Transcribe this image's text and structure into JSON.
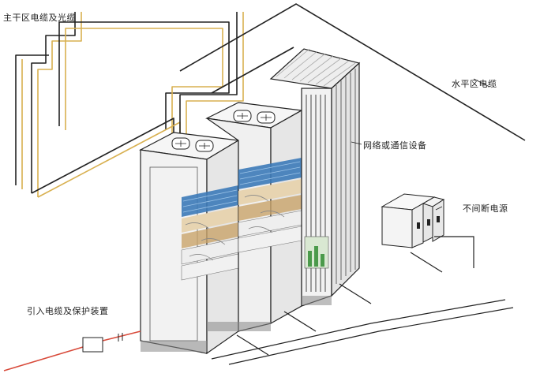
{
  "labels": {
    "backbone_cable": "主干区电缆及光缆",
    "horizontal_cable": "水平区电缆",
    "network_equipment": "网络或通信设备",
    "ups": "不间断电源",
    "incoming_cable": "引入电缆及保护装置"
  },
  "colors": {
    "line": "#222222",
    "cable_yellow": "#d8b050",
    "cable_red": "#d84a3a",
    "patch_blue": "#3c7ab8",
    "patch_tan": "#c9a46a",
    "cabinet_fill": "#f4f4f4",
    "ground_texture": "#888888"
  },
  "icons": {
    "fan": "fan-icon"
  }
}
